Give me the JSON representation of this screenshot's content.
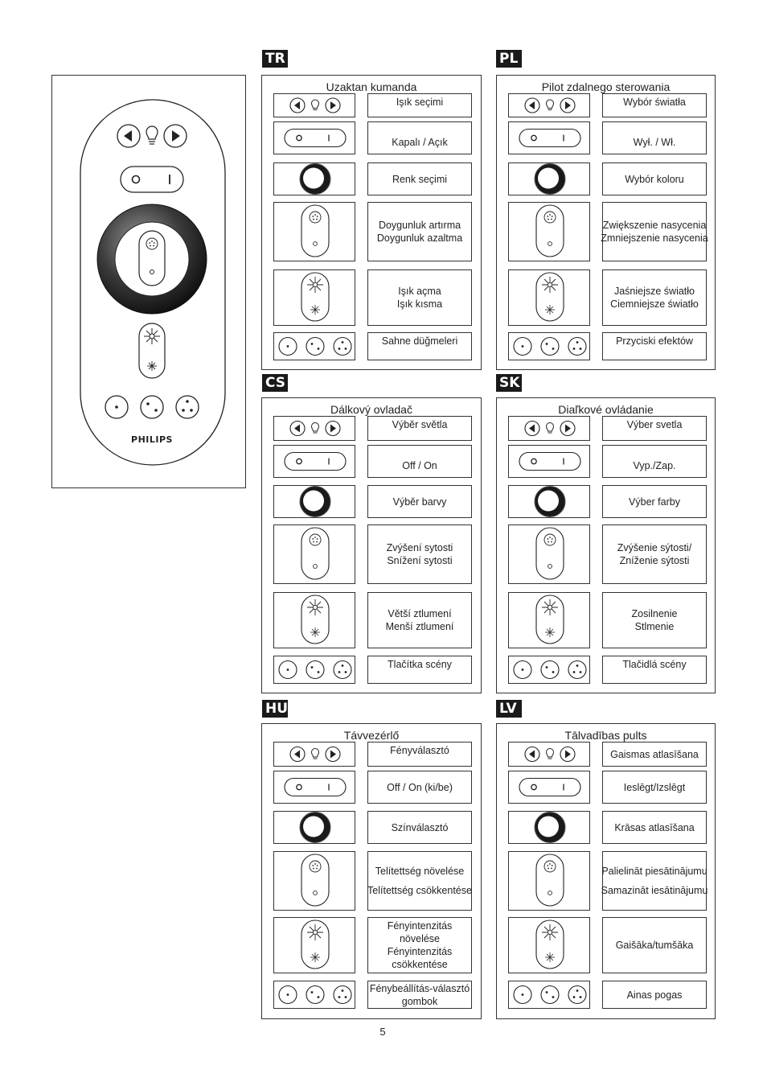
{
  "brand": "PHILIPS",
  "page_number": "5",
  "colors": {
    "tag_bg": "#1a1a1a",
    "tag_text": "#ffffff",
    "border": "#333333"
  },
  "sections": [
    {
      "code": "TR",
      "title": "Uzaktan kumanda",
      "rows": [
        {
          "icon": "arrows-bulb-icon",
          "lines": [
            "Işık seçimi"
          ],
          "align": "top"
        },
        {
          "icon": "on-off-switch-icon",
          "lines": [
            "Kapalı / Açık"
          ],
          "align": "bottom"
        },
        {
          "icon": "color-ring-icon",
          "lines": [
            "Renk seçimi"
          ],
          "align": "center"
        },
        {
          "icon": "saturation-rocker-icon",
          "lines": [
            "Doygunluk artırma",
            "Doygunluk azaltma"
          ],
          "align": "center"
        },
        {
          "icon": "brightness-rocker-icon",
          "lines": [
            "Işık açma",
            "Işık kısma"
          ],
          "align": "center"
        },
        {
          "icon": "scene-buttons-icon",
          "lines": [
            "Sahne düğmeleri"
          ],
          "align": "top"
        }
      ]
    },
    {
      "code": "PL",
      "title": "Pilot zdalnego sterowania",
      "rows": [
        {
          "icon": "arrows-bulb-icon",
          "lines": [
            "Wybór światła"
          ],
          "align": "top"
        },
        {
          "icon": "on-off-switch-icon",
          "lines": [
            "Wył. / Wł."
          ],
          "align": "bottom"
        },
        {
          "icon": "color-ring-icon",
          "lines": [
            "Wybór koloru"
          ],
          "align": "center"
        },
        {
          "icon": "saturation-rocker-icon",
          "lines": [
            "Zwiększenie nasycenia",
            "Zmniejszenie nasycenia"
          ],
          "align": "center"
        },
        {
          "icon": "brightness-rocker-icon",
          "lines": [
            "Jaśniejsze światło",
            "Ciemniejsze światło"
          ],
          "align": "center"
        },
        {
          "icon": "scene-buttons-icon",
          "lines": [
            "Przyciski efektów"
          ],
          "align": "top"
        }
      ]
    },
    {
      "code": "CS",
      "title": "Dálkový ovladač",
      "rows": [
        {
          "icon": "arrows-bulb-icon",
          "lines": [
            "Výběr světla"
          ],
          "align": "top"
        },
        {
          "icon": "on-off-switch-icon",
          "lines": [
            "Off / On"
          ],
          "align": "bottom"
        },
        {
          "icon": "color-ring-icon",
          "lines": [
            "Výběr barvy"
          ],
          "align": "center"
        },
        {
          "icon": "saturation-rocker-icon",
          "lines": [
            "Zvýšení sytosti",
            "Snížení sytosti"
          ],
          "align": "center"
        },
        {
          "icon": "brightness-rocker-icon",
          "lines": [
            "Větší ztlumení",
            "Menší ztlumení"
          ],
          "align": "center"
        },
        {
          "icon": "scene-buttons-icon",
          "lines": [
            "Tlačítka scény"
          ],
          "align": "top"
        }
      ]
    },
    {
      "code": "SK",
      "title": "Diaľkové ovládanie",
      "rows": [
        {
          "icon": "arrows-bulb-icon",
          "lines": [
            "Výber svetla"
          ],
          "align": "top"
        },
        {
          "icon": "on-off-switch-icon",
          "lines": [
            "Vyp./Zap."
          ],
          "align": "bottom"
        },
        {
          "icon": "color-ring-icon",
          "lines": [
            "Výber farby"
          ],
          "align": "center"
        },
        {
          "icon": "saturation-rocker-icon",
          "lines": [
            "Zvýšenie sýtosti/",
            "Zníženie sýtosti"
          ],
          "align": "center"
        },
        {
          "icon": "brightness-rocker-icon",
          "lines": [
            "Zosilnenie",
            "Stlmenie"
          ],
          "align": "center"
        },
        {
          "icon": "scene-buttons-icon",
          "lines": [
            "Tlačidlá scény"
          ],
          "align": "top"
        }
      ]
    },
    {
      "code": "HU",
      "title": "Távvezérlő",
      "rows": [
        {
          "icon": "arrows-bulb-icon",
          "lines": [
            "Fényválasztó"
          ],
          "align": "top"
        },
        {
          "icon": "on-off-switch-icon",
          "lines": [
            "Off / On (ki/be)"
          ],
          "align": "center"
        },
        {
          "icon": "color-ring-icon",
          "lines": [
            "Színválasztó"
          ],
          "align": "center"
        },
        {
          "icon": "saturation-rocker-icon",
          "lines": [
            "Telítettség növelése",
            "",
            "Telítettség csökkentése"
          ],
          "align": "center"
        },
        {
          "icon": "brightness-rocker-icon",
          "lines": [
            "Fényintenzitás",
            "növelése",
            "Fényintenzitás",
            "csökkentése"
          ],
          "align": "center"
        },
        {
          "icon": "scene-buttons-icon",
          "lines": [
            "Fénybeállítás-választó",
            "gombok"
          ],
          "align": "center"
        }
      ]
    },
    {
      "code": "LV",
      "title": "Tālvadības pults",
      "rows": [
        {
          "icon": "arrows-bulb-icon",
          "lines": [
            "Gaismas atlasīšana"
          ],
          "align": "center"
        },
        {
          "icon": "on-off-switch-icon",
          "lines": [
            "Ieslēgt/Izslēgt"
          ],
          "align": "center"
        },
        {
          "icon": "color-ring-icon",
          "lines": [
            "Krāsas atlasīšana"
          ],
          "align": "center"
        },
        {
          "icon": "saturation-rocker-icon",
          "lines": [
            "Palielināt piesātinājumu",
            "",
            "Samazināt iesātinājumu"
          ],
          "align": "center"
        },
        {
          "icon": "brightness-rocker-icon",
          "lines": [
            "Gaišāka/tumšāka"
          ],
          "align": "center"
        },
        {
          "icon": "scene-buttons-icon",
          "lines": [
            "Ainas pogas"
          ],
          "align": "center"
        }
      ]
    }
  ]
}
